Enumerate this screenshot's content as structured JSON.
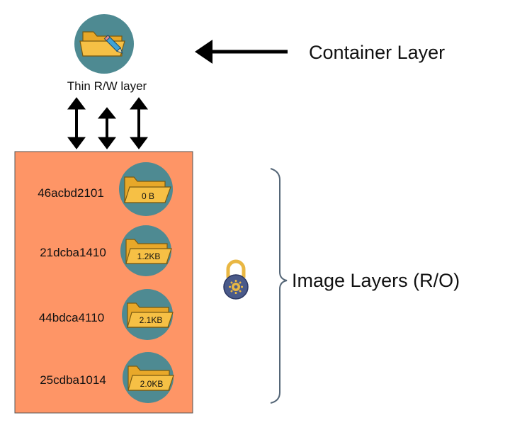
{
  "container": {
    "icon": "folder-edit-icon",
    "label": "Thin R/W layer",
    "title": "Container Layer"
  },
  "image_layers": {
    "title": "Image Layers (R/O)",
    "lock_icon": "lock-icon",
    "layers": [
      {
        "id": "46acbd2101",
        "size": "0 B"
      },
      {
        "id": "21dcba1410",
        "size": "1.2KB"
      },
      {
        "id": "44bdca4110",
        "size": "2.1KB"
      },
      {
        "id": "25cdba1014",
        "size": "2.0KB"
      }
    ]
  },
  "colors": {
    "layer_box": "#FE9566",
    "circle": "#4E8A92",
    "folder": "#F6C045",
    "folder_dark": "#E8A829",
    "lock": "#4A5A8A",
    "shackle": "#E9B743",
    "brace": "#556677"
  }
}
